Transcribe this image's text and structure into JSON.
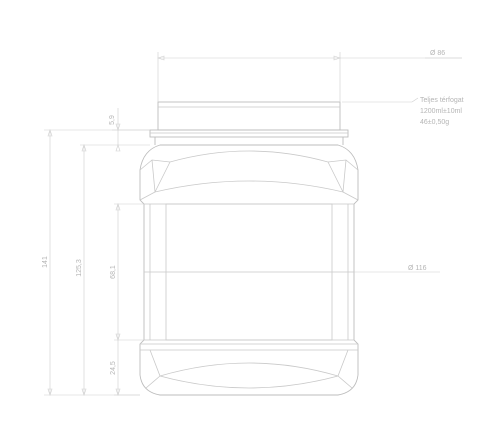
{
  "dimensions": {
    "diameter_top": "Ø 86",
    "neck_height": "5,9",
    "total_height": "141",
    "body_height": "125,3",
    "label_height": "68,1",
    "bottom_height": "24,5",
    "side_ref": "Ø 116"
  },
  "spec_note": {
    "line1": "Teljes térfogat",
    "line2": "1200ml±10ml",
    "line3": "46±0,50g"
  },
  "colors": {
    "line": "#c9c9c9",
    "text": "#b5b5b5"
  }
}
